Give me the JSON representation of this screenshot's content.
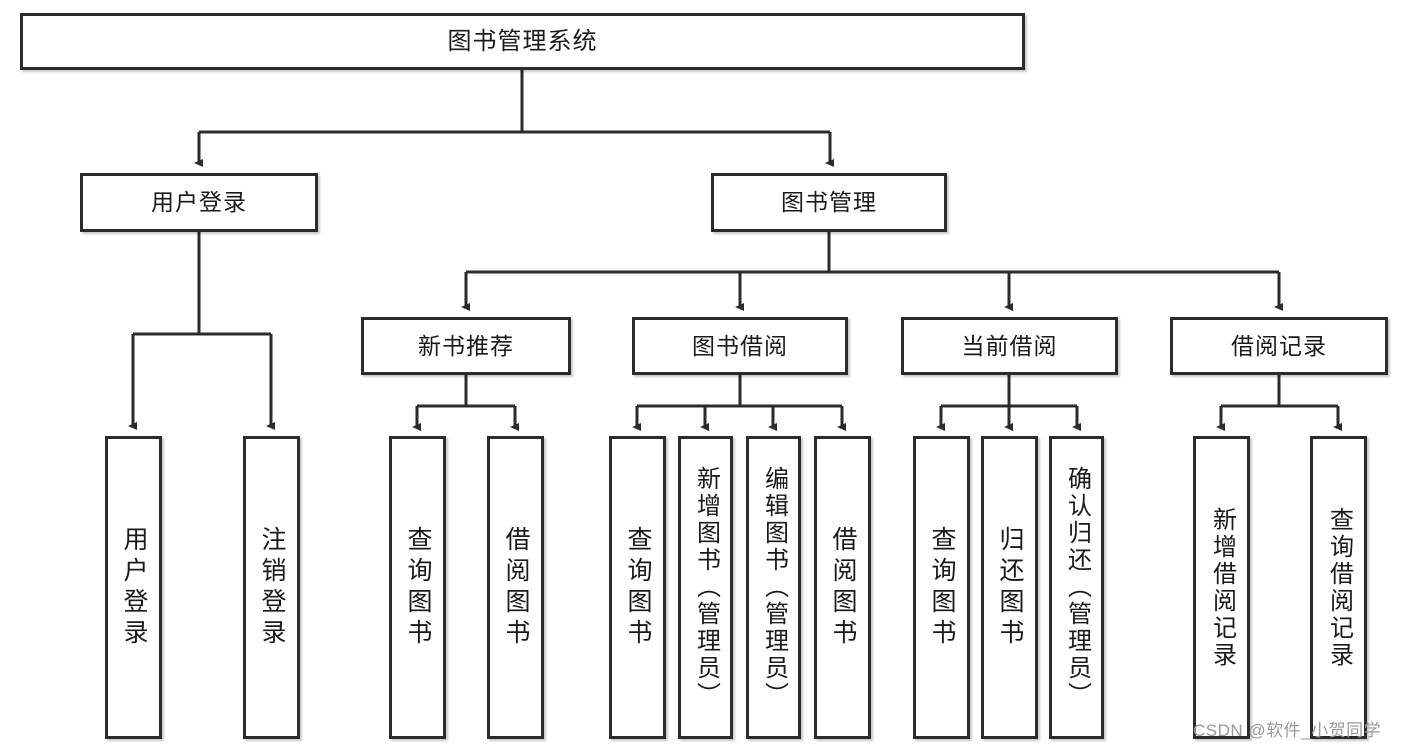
{
  "diagram": {
    "title": "图书管理系统",
    "type": "hierarchy-tree",
    "watermark": "CSDN @软件_小贺同学",
    "colors": {
      "stroke": "#2b2b2b",
      "fill": "#ffffff",
      "text": "#1a1a1a",
      "watermark": "#9a9a9a"
    }
  },
  "nodes": {
    "root": {
      "label": "图书管理系统"
    },
    "level2": [
      {
        "id": "user-login",
        "label": "用户登录"
      },
      {
        "id": "book-manage",
        "label": "图书管理"
      }
    ],
    "level3": [
      {
        "id": "new-book-recommend",
        "label": "新书推荐"
      },
      {
        "id": "book-borrow",
        "label": "图书借阅"
      },
      {
        "id": "current-borrow",
        "label": "当前借阅"
      },
      {
        "id": "borrow-record",
        "label": "借阅记录"
      }
    ],
    "leaves": {
      "user_login": [
        {
          "id": "leaf-user-login",
          "label": "用户登录"
        },
        {
          "id": "leaf-logout",
          "label": "注销登录"
        }
      ],
      "new_book_recommend": [
        {
          "id": "leaf-query-book-1",
          "label": "查询图书"
        },
        {
          "id": "leaf-borrow-book-1",
          "label": "借阅图书"
        }
      ],
      "book_borrow": [
        {
          "id": "leaf-query-book-2",
          "label": "查询图书"
        },
        {
          "id": "leaf-add-book",
          "label": "新增图书（管理员）"
        },
        {
          "id": "leaf-edit-book",
          "label": "编辑图书（管理员）"
        },
        {
          "id": "leaf-borrow-book-2",
          "label": "借阅图书"
        }
      ],
      "current_borrow": [
        {
          "id": "leaf-query-book-3",
          "label": "查询图书"
        },
        {
          "id": "leaf-return-book",
          "label": "归还图书"
        },
        {
          "id": "leaf-confirm-return",
          "label": "确认归还（管理员）"
        }
      ],
      "borrow_record": [
        {
          "id": "leaf-add-record",
          "label": "新增借阅记录"
        },
        {
          "id": "leaf-query-record",
          "label": "查询借阅记录"
        }
      ]
    }
  }
}
